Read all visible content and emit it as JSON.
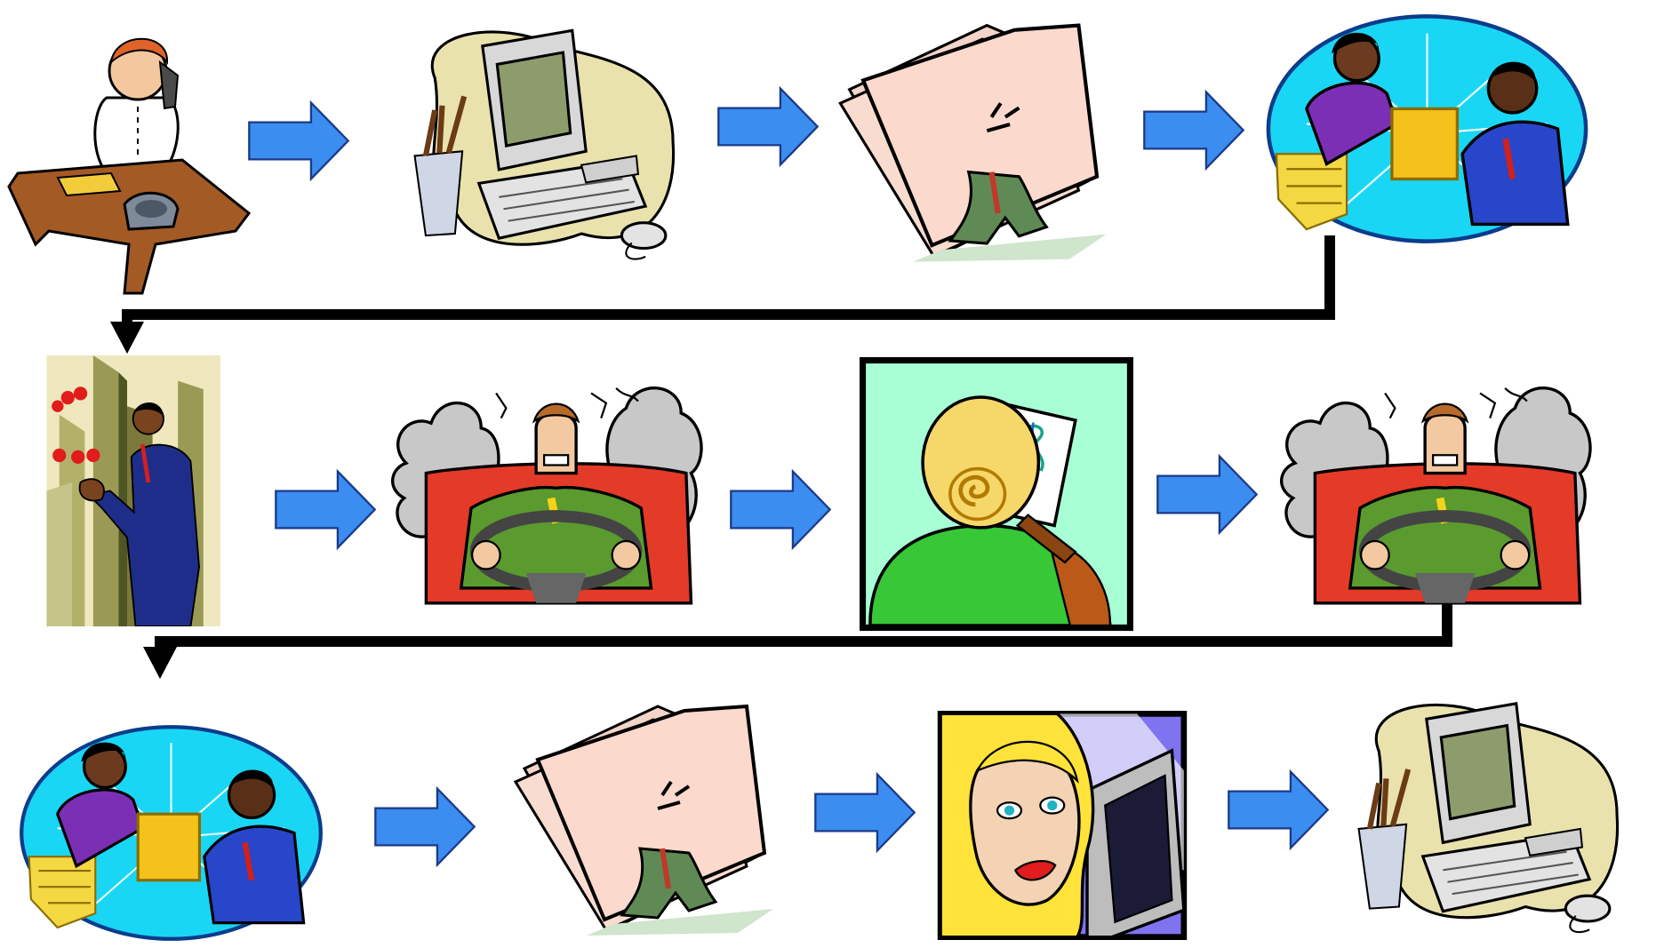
{
  "flow": {
    "rows": [
      {
        "steps": [
          {
            "scene": "man-on-phone-at-desk",
            "icon": "phone-call-icon"
          },
          {
            "scene": "desktop-computer",
            "icon": "computer-icon"
          },
          {
            "scene": "person-carrying-paperwork",
            "icon": "paperwork-icon"
          },
          {
            "scene": "package-handoff",
            "icon": "handoff-icon"
          }
        ]
      },
      {
        "steps": [
          {
            "scene": "businessman-juggling",
            "icon": "juggling-icon"
          },
          {
            "scene": "stressed-driver-in-traffic",
            "icon": "driving-icon"
          },
          {
            "scene": "woman-with-medical-chart",
            "icon": "medical-chart-icon"
          },
          {
            "scene": "stressed-driver-in-traffic",
            "icon": "driving-icon"
          }
        ]
      },
      {
        "steps": [
          {
            "scene": "package-handoff",
            "icon": "handoff-icon"
          },
          {
            "scene": "person-carrying-paperwork",
            "icon": "paperwork-icon"
          },
          {
            "scene": "woman-at-monitor",
            "icon": "monitor-worker-icon"
          },
          {
            "scene": "desktop-computer",
            "icon": "computer-icon"
          }
        ]
      }
    ]
  },
  "colors": {
    "arrow_fill": "#3b8df0",
    "arrow_stroke": "#1b3a88",
    "connector": "#000000"
  }
}
